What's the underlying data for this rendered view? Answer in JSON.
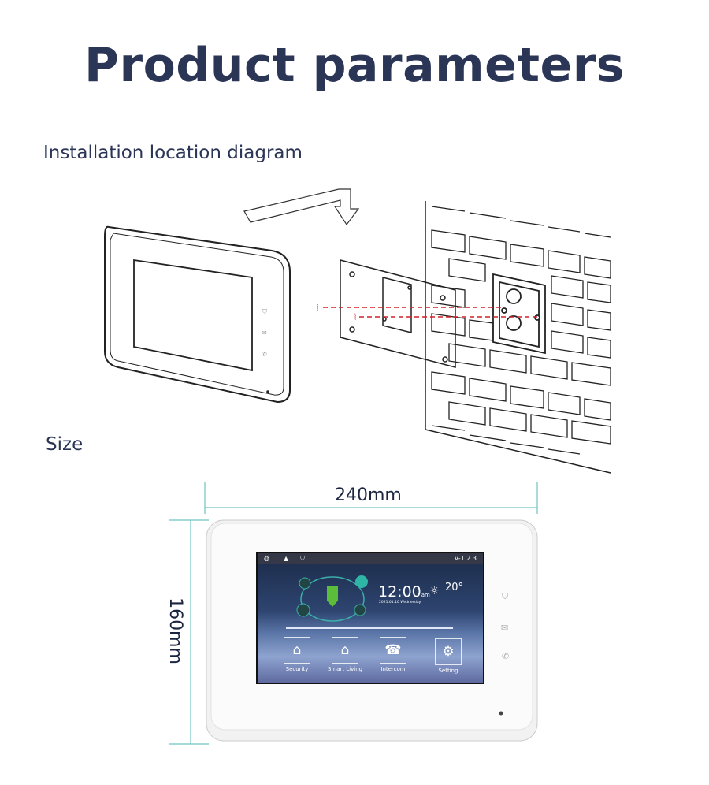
{
  "title": "Product parameters",
  "installation_heading": "Installation location diagram",
  "size_heading": "Size",
  "dimensions": {
    "width": "240mm",
    "height": "160mm"
  },
  "screen": {
    "version": "V-1.2.3",
    "time": "12:00",
    "ampm": "am",
    "date": "2021.01.10",
    "weekday": "Wednesday",
    "temperature": "20°",
    "apps": [
      {
        "label": "Security",
        "icon": "security-icon"
      },
      {
        "label": "Smart Living",
        "icon": "smart-home-icon"
      },
      {
        "label": "Intercom",
        "icon": "phone-icon"
      },
      {
        "label": "Setting",
        "icon": "gear-icon"
      }
    ]
  },
  "colors": {
    "heading": "#2b3556",
    "dimension_line": "#6fc3c0",
    "screw_line": "#d0202a"
  }
}
